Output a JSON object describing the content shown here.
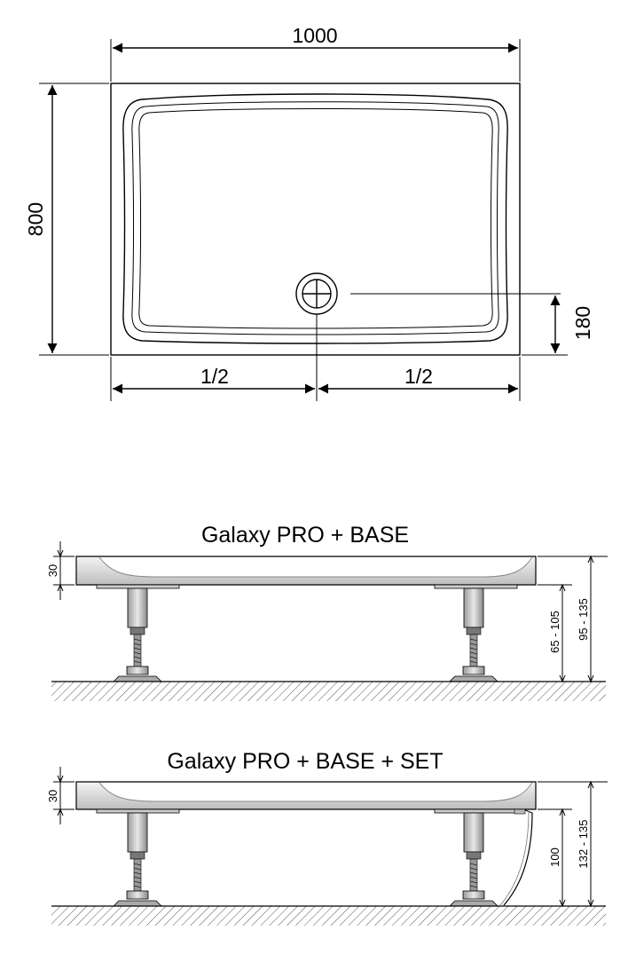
{
  "plan": {
    "width_label": "1000",
    "depth_label": "800",
    "drain_offset_label": "180",
    "half_left_label": "1/2",
    "half_right_label": "1/2"
  },
  "side_views": [
    {
      "title": "Galaxy PRO + BASE",
      "tray_height_label": "30",
      "leg_height_label": "65 - 105",
      "total_height_label": "95 - 135"
    },
    {
      "title": "Galaxy PRO + BASE + SET",
      "tray_height_label": "30",
      "leg_height_label": "100",
      "total_height_label": "132 - 135"
    }
  ]
}
